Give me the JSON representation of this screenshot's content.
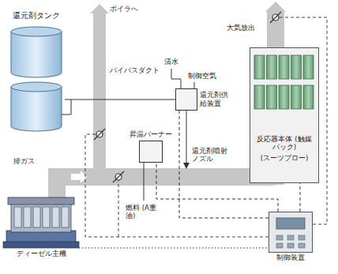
{
  "diagram": {
    "nodes": [
      {
        "text": [
          "還元剤タンク"
        ]
      },
      {
        "text": [
          "還元剤供給装置"
        ]
      },
      {
        "text": [
          "昇温バーナー"
        ]
      },
      {
        "text": [
          "反応器本体 (触媒パック)",
          "(スーツブロー)"
        ]
      },
      {
        "text": [
          "制御装置"
        ]
      },
      {
        "text": [
          "ディーゼル主機"
        ]
      }
    ],
    "edges": [
      {
        "from": 0,
        "to": 1,
        "arrow": "none"
      },
      {
        "from": 4,
        "to": 1,
        "arrow": "none"
      },
      {
        "from": 4,
        "to": 2,
        "arrow": "none"
      },
      {
        "from": 4,
        "to": 3,
        "arrow": "none"
      },
      {
        "from": 5,
        "to": 4,
        "arrow": "none"
      }
    ],
    "labels": [
      "大気放出",
      "ボイラへ",
      "清水",
      "制御空気",
      "バイパスダクト",
      "排ガス",
      "還元剤噴射ノズル",
      "燃料 (A重油)"
    ]
  }
}
